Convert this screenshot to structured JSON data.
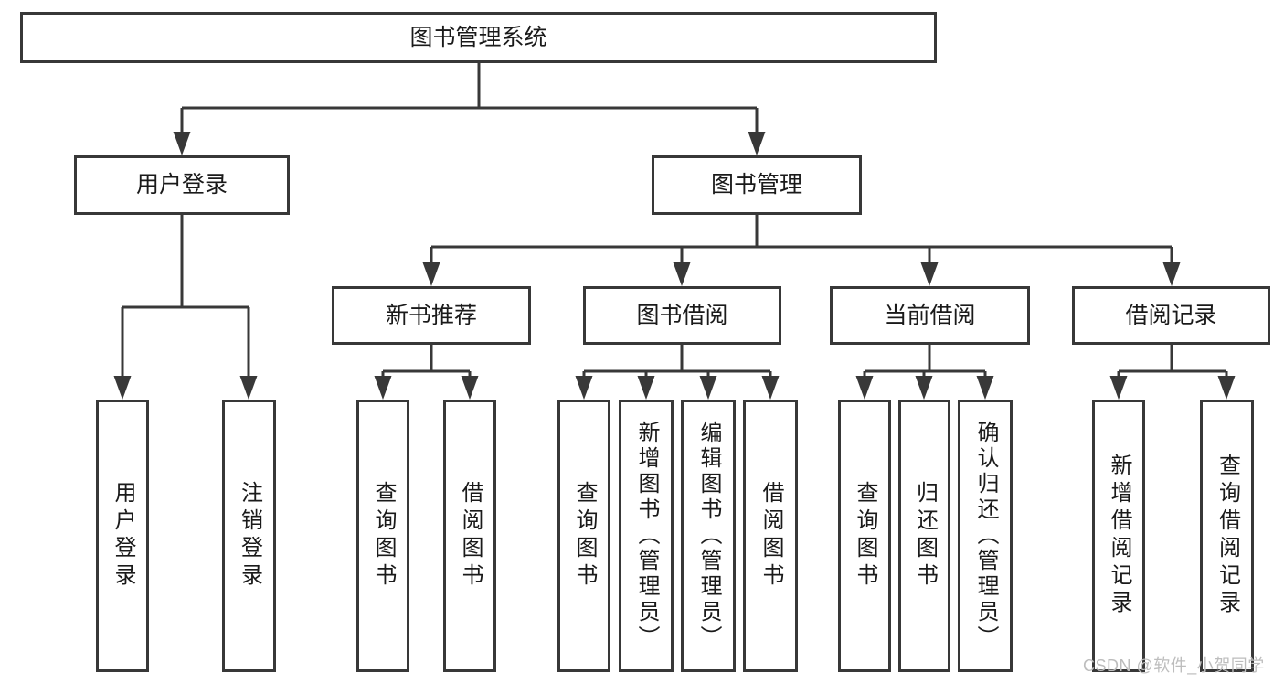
{
  "diagram": {
    "root": {
      "label": "图书管理系统"
    },
    "level2": [
      {
        "label": "用户登录"
      },
      {
        "label": "图书管理"
      }
    ],
    "level3": [
      {
        "label": "新书推荐",
        "parent": "图书管理"
      },
      {
        "label": "图书借阅",
        "parent": "图书管理"
      },
      {
        "label": "当前借阅",
        "parent": "图书管理"
      },
      {
        "label": "借阅记录",
        "parent": "图书管理"
      }
    ],
    "leaves": [
      {
        "label": "用户登录",
        "parent": "用户登录"
      },
      {
        "label": "注销登录",
        "parent": "用户登录"
      },
      {
        "label": "查询图书",
        "parent": "新书推荐"
      },
      {
        "label": "借阅图书",
        "parent": "新书推荐"
      },
      {
        "label": "查询图书",
        "parent": "图书借阅"
      },
      {
        "label": "新增图书（管理员）",
        "parent": "图书借阅"
      },
      {
        "label": "编辑图书（管理员）",
        "parent": "图书借阅"
      },
      {
        "label": "借阅图书",
        "parent": "图书借阅"
      },
      {
        "label": "查询图书",
        "parent": "当前借阅"
      },
      {
        "label": "归还图书",
        "parent": "当前借阅"
      },
      {
        "label": "确认归还（管理员）",
        "parent": "当前借阅"
      },
      {
        "label": "新增借阅记录",
        "parent": "借阅记录"
      },
      {
        "label": "查询借阅记录",
        "parent": "借阅记录"
      }
    ],
    "watermark": "CSDN @软件_小贺同学",
    "colors": {
      "line": "#383838",
      "text": "#1a1a1a",
      "background": "#ffffff",
      "watermark": "#bdbdbd"
    }
  }
}
